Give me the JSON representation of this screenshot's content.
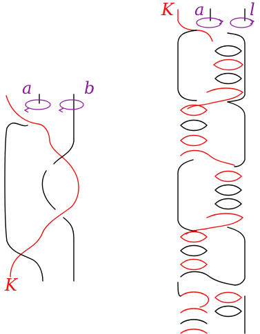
{
  "labels": {
    "left_a": "a",
    "left_b": "b",
    "left_k": "K",
    "right_k": "K",
    "right_a": "a",
    "right_b": "l"
  },
  "colors": {
    "knot": "#ee1111",
    "strand": "#000000",
    "meridian": "#8a1a9a"
  }
}
